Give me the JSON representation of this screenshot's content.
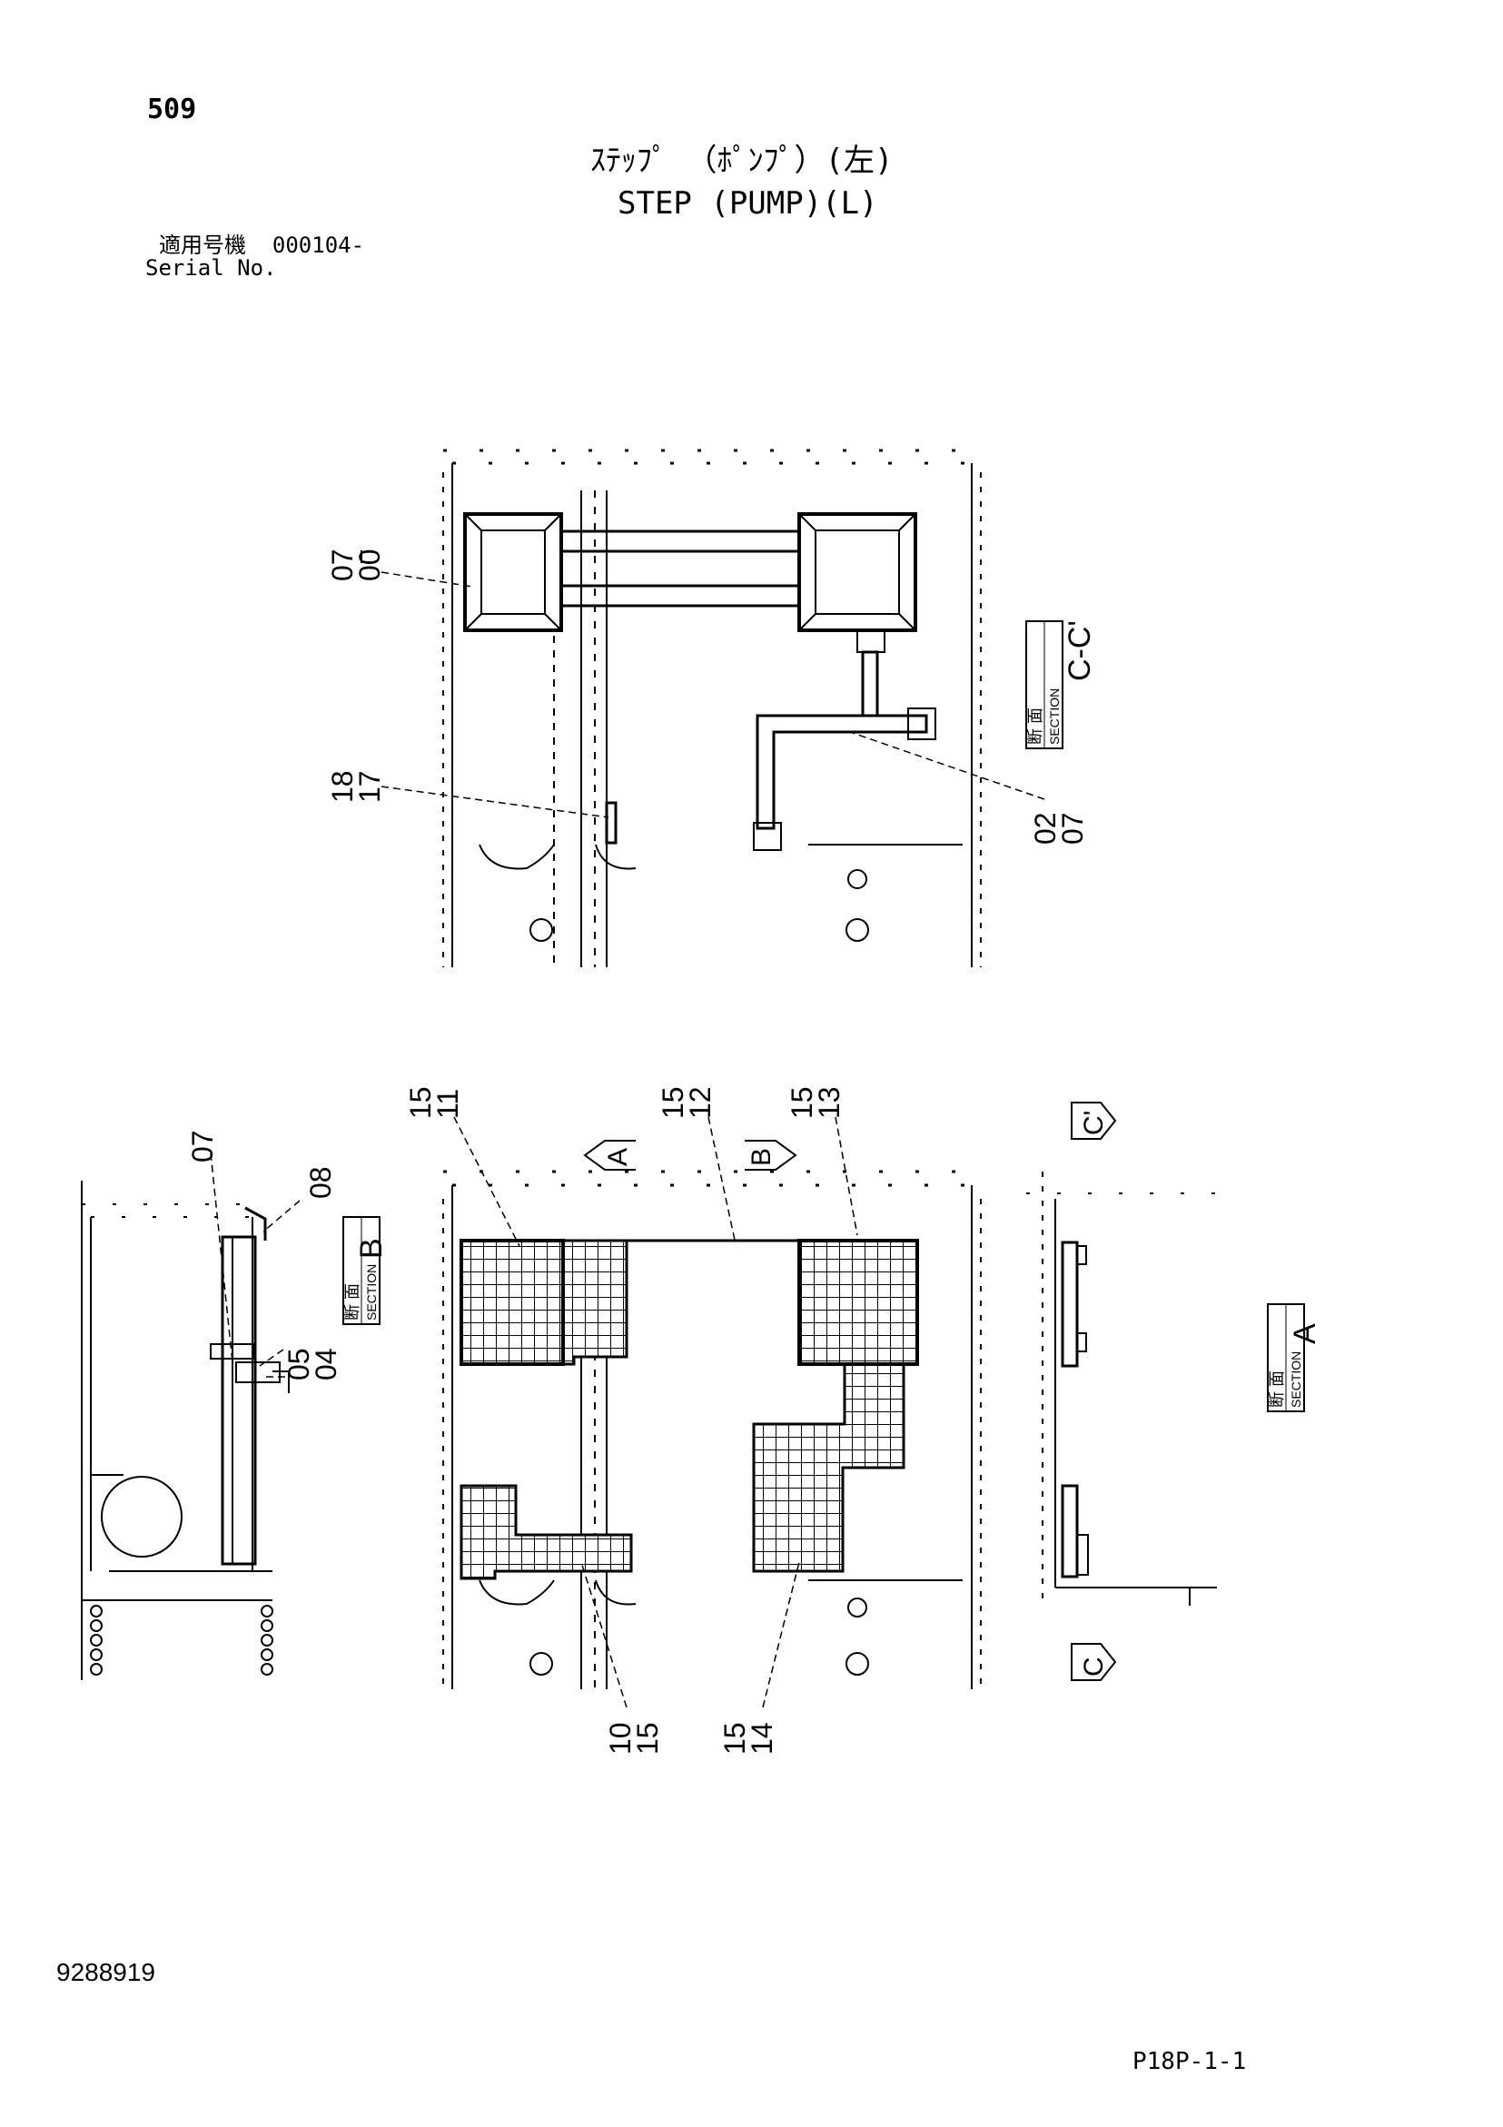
{
  "header": {
    "page_number": "509",
    "title_jp": "ｽﾃｯﾌﾟ （ﾎﾟﾝﾌﾟ）(左)",
    "title_en": "STEP (PUMP)(L)",
    "serial_label_jp": "適用号機",
    "serial_value": "000104-",
    "serial_label_en": "Serial No."
  },
  "footer": {
    "doc_number": "9288919",
    "page_code": "P18P-1-1"
  },
  "views": {
    "section_cc": {
      "jp": "断 面",
      "en": "SECTION",
      "letter": "C-C'"
    },
    "section_b": {
      "jp": "断 面",
      "en": "SECTION",
      "letter": "B"
    },
    "section_a": {
      "jp": "断 面",
      "en": "SECTION",
      "letter": "A"
    }
  },
  "arrows": {
    "a": "A",
    "b": "B",
    "c_top": "C'",
    "c_bottom": "C"
  },
  "callouts": {
    "c1": [
      "07",
      "00"
    ],
    "c2": [
      "18",
      "17"
    ],
    "c3": [
      "02",
      "07"
    ],
    "c4": [
      "15",
      "11"
    ],
    "c5": [
      "15",
      "12"
    ],
    "c6": [
      "15",
      "13"
    ],
    "c7": "07",
    "c8": "08",
    "c9": "05",
    "c10": "04",
    "c11": [
      "10",
      "15"
    ],
    "c12": [
      "15",
      "14"
    ]
  },
  "colors": {
    "ink": "#000000",
    "paper": "#ffffff"
  }
}
